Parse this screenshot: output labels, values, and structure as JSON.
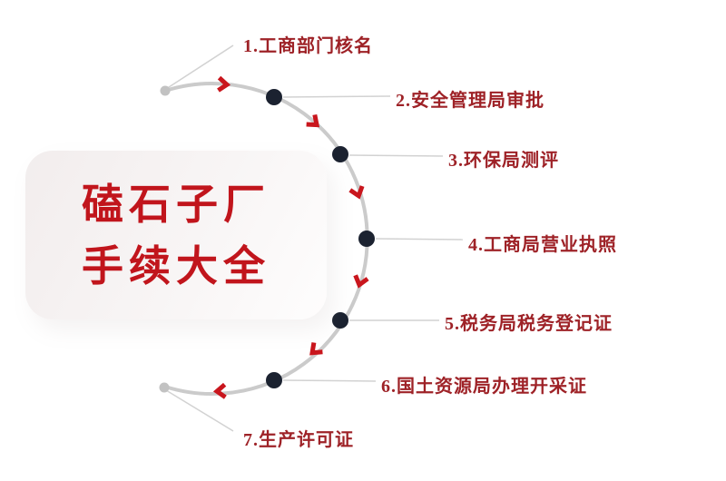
{
  "title": {
    "line1": "磕石子厂",
    "line2": "手续大全"
  },
  "steps": [
    {
      "label": "1.工商部门核名"
    },
    {
      "label": "2.安全管理局审批"
    },
    {
      "label": "3.环保局测评"
    },
    {
      "label": "4.工商局营业执照"
    },
    {
      "label": "5.税务局税务登记证"
    },
    {
      "label": "6.国土资源局办理开采证"
    },
    {
      "label": "7.生产许可证"
    }
  ],
  "colors": {
    "step_label": "#9e2227",
    "title_text": "#c1151c",
    "arrow": "#c9161d",
    "node_dot": "#1b2230",
    "arc": "#cbcbcb",
    "connector": "#d2d2d2",
    "endpoint_dot": "#c2c2c2"
  }
}
